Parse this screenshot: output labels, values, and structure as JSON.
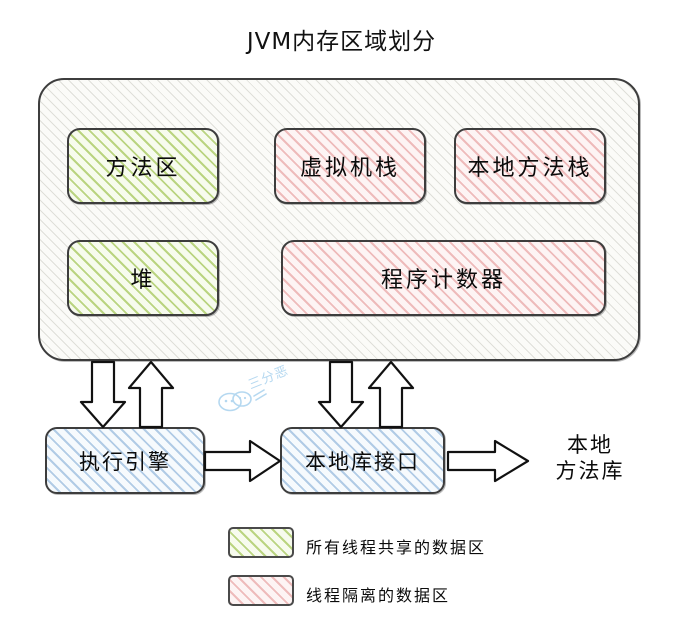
{
  "title": "JVM内存区域划分",
  "runtime_area": {
    "name": "runtime-data-area",
    "rows": [
      {
        "blocks": [
          {
            "label": "方法区",
            "kind": "shared"
          },
          {
            "label": "虚拟机栈",
            "kind": "isolated"
          },
          {
            "label": "本地方法栈",
            "kind": "isolated"
          }
        ]
      },
      {
        "blocks": [
          {
            "label": "堆",
            "kind": "shared"
          },
          {
            "label": "程序计数器",
            "kind": "isolated"
          }
        ]
      }
    ]
  },
  "bottom": {
    "execution_engine": "执行引擎",
    "native_interface": "本地库接口",
    "native_library_line1": "本地",
    "native_library_line2": "方法库"
  },
  "legend": [
    {
      "label": "所有线程共享的数据区",
      "kind": "shared"
    },
    {
      "label": "线程隔离的数据区",
      "kind": "isolated"
    }
  ],
  "watermark": {
    "text": "三分恶",
    "icon": "chat-bubbles-icon"
  },
  "colors": {
    "shared_fill": "#c5d98a",
    "isolated_fill": "#f0c8c8",
    "engine_fill": "#b8cfe8",
    "container_fill": "#aaaaa0",
    "stroke": "#3d3d3d",
    "watermark": "#a9d2ee"
  }
}
